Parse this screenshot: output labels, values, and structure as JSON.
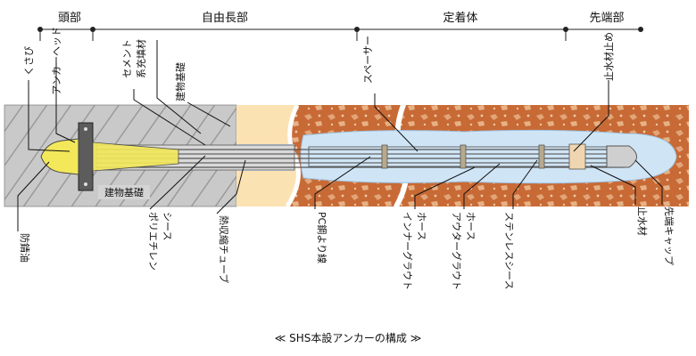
{
  "sections": {
    "head": "頭部",
    "free_length": "自由長部",
    "fixed": "定着体",
    "tip": "先端部"
  },
  "labels_top": {
    "wedge": "くさび",
    "anchor_head": "アンカーヘッド",
    "cement": "セメント",
    "filler": "系充填材",
    "building_foundation_top": "建物基礎",
    "spacer": "スペーサー",
    "water_stop": "止水材止め"
  },
  "labels_inline": {
    "building_foundation": "建物基礎"
  },
  "labels_bottom": {
    "rust_oil": "防錆油",
    "polyethylene": "ポリエチレン",
    "sheath": "シース",
    "heat_shrink": "熱収縮チューブ",
    "pc_strand": "PC鋼より線",
    "inner_grout": "インナーグラウト",
    "inner_hose": "ホース",
    "outer_grout": "アウターグラウト",
    "outer_hose": "ホース",
    "stainless_sheath": "ステンレスシース",
    "water_stop_material": "止水材",
    "tip_cap": "先端キャップ"
  },
  "caption": "≪ SHS本設アンカーの構成 ≫",
  "colors": {
    "concrete": "#c8c8c8",
    "sand": "#fbe2b4",
    "soil": "#c96a37",
    "grout": "#cfe4f4",
    "anchor": "#f3e85a",
    "steel": "#6d6d6d"
  }
}
